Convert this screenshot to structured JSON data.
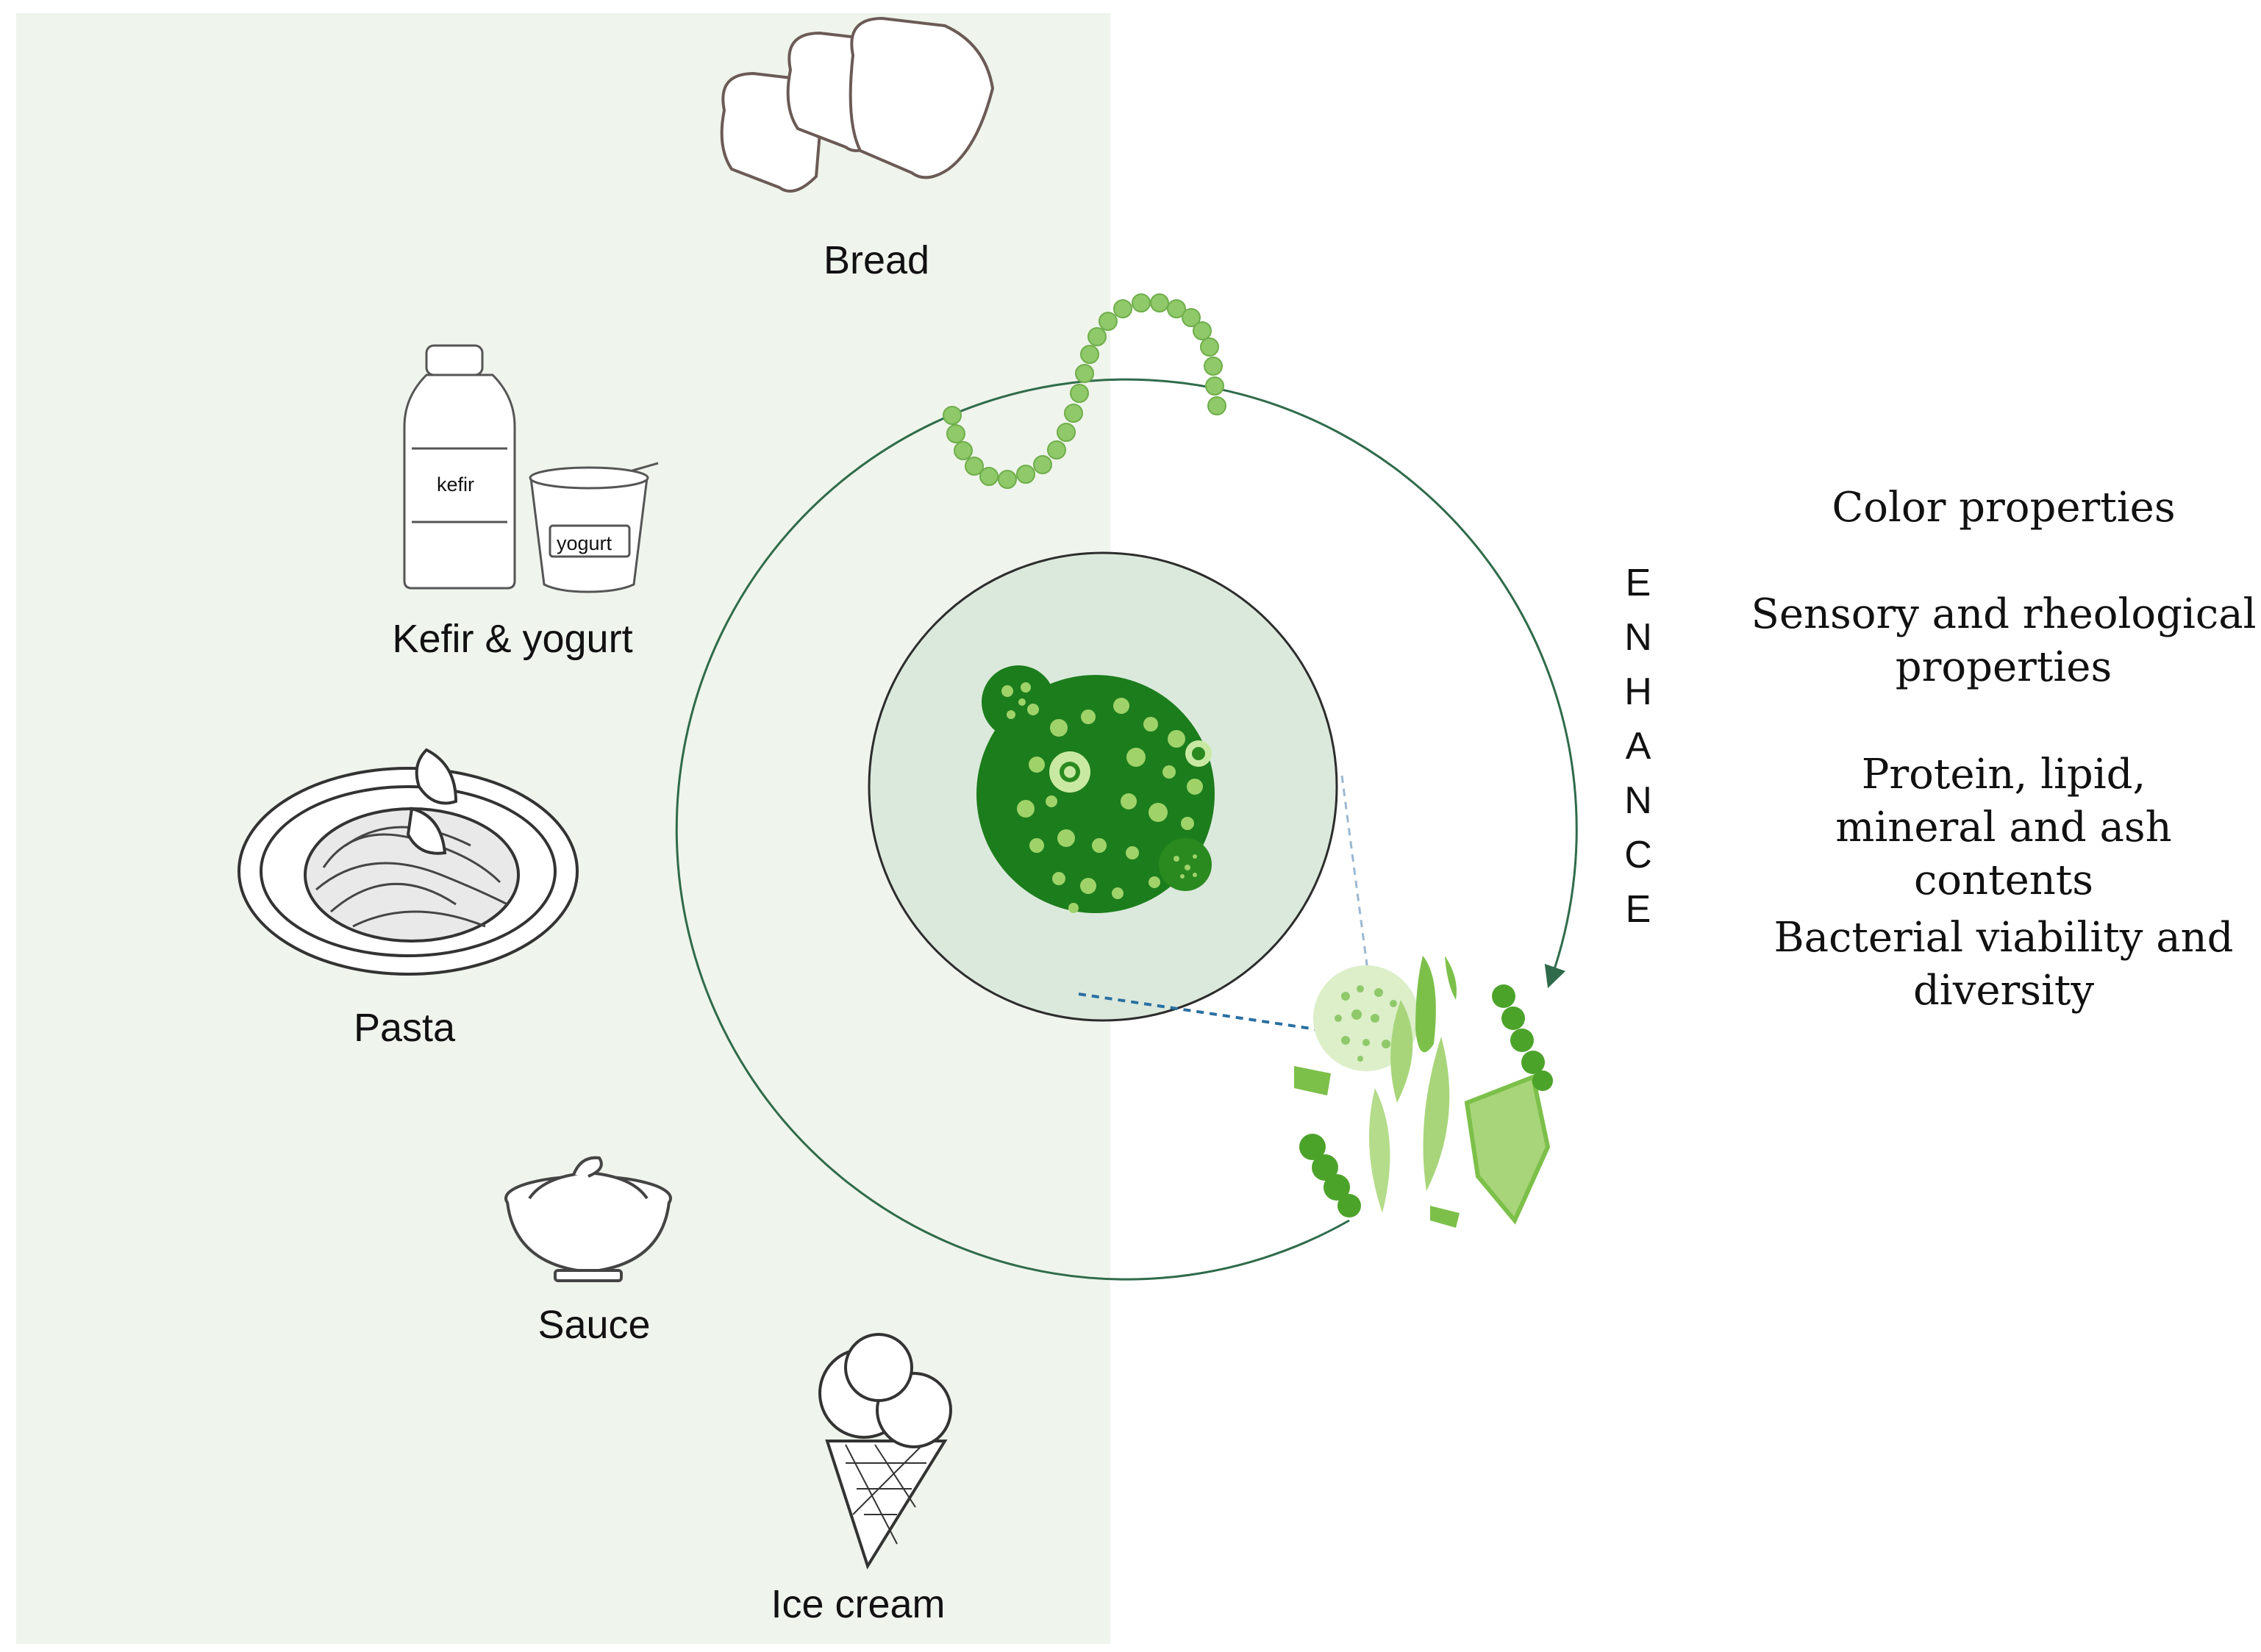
{
  "foods": [
    {
      "id": "bread",
      "label": "Bread",
      "icon": "bread-icon"
    },
    {
      "id": "kefir-yogurt",
      "label": "Kefir & yogurt",
      "icon": "kefir-yogurt-icon"
    },
    {
      "id": "pasta",
      "label": "Pasta",
      "icon": "pasta-icon"
    },
    {
      "id": "sauce",
      "label": "Sauce",
      "icon": "sauce-icon"
    },
    {
      "id": "ice-cream",
      "label": "Ice cream",
      "icon": "ice-cream-icon"
    }
  ],
  "icon_labels": {
    "kefir": "kefir",
    "yogurt": "yogurt"
  },
  "center": {
    "icons": [
      "microalgae-cell-cluster-icon",
      "spirulina-filament-icon",
      "diatom-group-icon"
    ]
  },
  "enhance": {
    "letters": [
      "E",
      "N",
      "H",
      "A",
      "N",
      "C",
      "E"
    ]
  },
  "properties": [
    "Color properties",
    "Sensory and rheological properties",
    "Protein, lipid, mineral and ash contents",
    "Bacterial viability and diversity"
  ],
  "colors": {
    "panel_bg": "#eff4ec",
    "ring": "#2f6b4a",
    "algae_dark": "#1f7a1f",
    "algae_light": "#9fd36a",
    "dashed_line": "#2a6fa0"
  }
}
